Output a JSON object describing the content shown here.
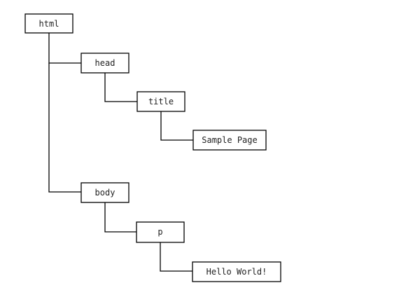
{
  "nodes": [
    {
      "id": "html",
      "label": "html"
    },
    {
      "id": "head",
      "label": "head",
      "parent": "html"
    },
    {
      "id": "title",
      "label": "title",
      "parent": "head"
    },
    {
      "id": "sample",
      "label": "Sample Page",
      "parent": "title"
    },
    {
      "id": "body",
      "label": "body",
      "parent": "html"
    },
    {
      "id": "p",
      "label": "p",
      "parent": "body"
    },
    {
      "id": "hello",
      "label": "Hello World!",
      "parent": "p"
    }
  ]
}
